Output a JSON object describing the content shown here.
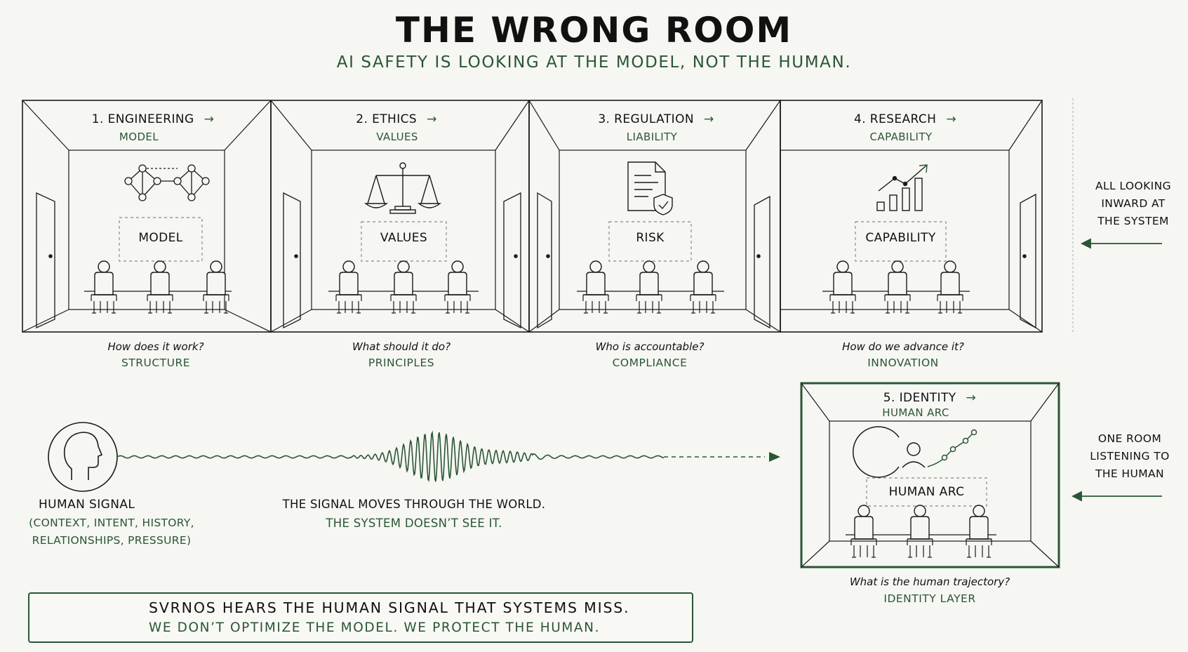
{
  "header": {
    "title": "THE WRONG ROOM",
    "subtitle": "AI SAFETY IS LOOKING AT THE MODEL, NOT THE HUMAN."
  },
  "rooms": [
    {
      "label": "1. ENGINEERING",
      "sub": "MODEL",
      "board": "MODEL",
      "question": "How does it work?",
      "answer": "STRUCTURE",
      "icon": "network-graph-icon"
    },
    {
      "label": "2. ETHICS",
      "sub": "VALUES",
      "board": "VALUES",
      "question": "What should it do?",
      "answer": "PRINCIPLES",
      "icon": "scales-icon"
    },
    {
      "label": "3. REGULATION",
      "sub": "LIABILITY",
      "board": "RISK",
      "question": "Who is accountable?",
      "answer": "COMPLIANCE",
      "icon": "document-shield-icon"
    },
    {
      "label": "4. RESEARCH",
      "sub": "CAPABILITY",
      "board": "CAPABILITY",
      "question": "How do we advance it?",
      "answer": "INNOVATION",
      "icon": "growth-chart-icon"
    }
  ],
  "identity_room": {
    "label": "5. IDENTITY",
    "sub": "HUMAN ARC",
    "board": "HUMAN ARC",
    "question": "What is the human trajectory?",
    "answer": "IDENTITY LAYER",
    "icon": "person-trajectory-icon"
  },
  "arrow_glyph": "→",
  "side_notes": {
    "inward": [
      "ALL LOOKING",
      "INWARD AT",
      "THE SYSTEM"
    ],
    "listening": [
      "ONE ROOM",
      "LISTENING TO",
      "THE HUMAN"
    ]
  },
  "human": {
    "title": "HUMAN SIGNAL",
    "detail": [
      "(CONTEXT, INTENT, HISTORY,",
      "RELATIONSHIPS, PRESSURE)"
    ],
    "icon": "human-head-icon"
  },
  "signal": {
    "line1": "THE SIGNAL MOVES THROUGH THE WORLD.",
    "line2": "THE SYSTEM DOESN’T SEE IT."
  },
  "banner": {
    "line1": "SVRNOS HEARS THE HUMAN SIGNAL THAT SYSTEMS MISS.",
    "line2": "WE DON’T OPTIMIZE THE MODEL. WE PROTECT THE HUMAN.",
    "icon": "ear-icon"
  },
  "colors": {
    "accent": "#2a5634",
    "ink": "#141414",
    "background": "#f6f6f3"
  }
}
